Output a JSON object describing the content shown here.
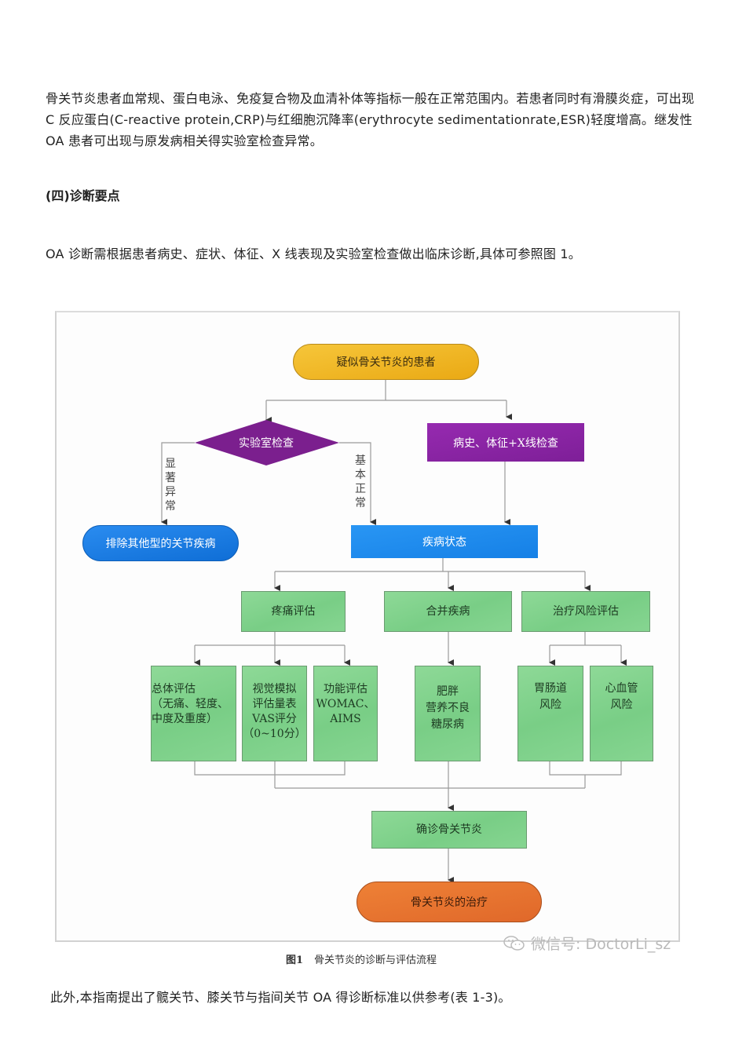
{
  "text": {
    "para1": "骨关节炎患者血常规、蛋白电泳、免疫复合物及血清补体等指标一般在正常范围内。若患者同时有滑膜炎症，可出现 C 反应蛋白(C-reactive protein,CRP)与红细胞沉降率(erythrocyte sedimentationrate,ESR)轻度增高。继发性 OA 患者可出现与原发病相关得实验室检查异常。",
    "heading": "(四)诊断要点",
    "para2": "OA 诊断需根据患者病史、症状、体征、X 线表现及实验室检查做出临床诊断,具体可参照图 1。",
    "para3": "此外,本指南提出了髋关节、膝关节与指间关节 OA 得诊断标准以供参考(表 1-3)。"
  },
  "figure": {
    "caption_label": "图1",
    "caption_text": "骨关节炎的诊断与评估流程",
    "watermark": "微信号: DoctorLi_sz",
    "colors": {
      "start": "#f2b51c",
      "lab": "#7b1f8e",
      "history": "#8a23a6",
      "exclude": "#1677e0",
      "status": "#1a86ea",
      "green": "#82d38d",
      "treatment": "#e8732c"
    },
    "nodes": {
      "start": "疑似骨关节炎的患者",
      "lab_check": "实验室检查",
      "history_exam": "病史、体征+X线检查",
      "label_abnormal": "显著异常",
      "label_normal": "基本正常",
      "exclude": "排除其他型的关节疾病",
      "disease_status": "疾病状态",
      "pain_eval": "疼痛评估",
      "comorbidity": "合并疾病",
      "risk_eval": "治疗风险评估",
      "overall_eval": [
        "总体评估",
        "（无痛、轻度、",
        "中度及重度）"
      ],
      "vas": [
        "视觉模拟",
        "评估量表",
        "VAS评分",
        "（0~10分）"
      ],
      "function_eval": [
        "功能评估",
        "WOMAC、",
        "AIMS"
      ],
      "comorbid_list": [
        "肥胖",
        "营养不良",
        "糖尿病"
      ],
      "gi_risk": [
        "胃肠道",
        "风险"
      ],
      "cv_risk": [
        "心血管",
        "风险"
      ],
      "diagnosis": "确诊骨关节炎",
      "treatment": "骨关节炎的治疗"
    }
  }
}
